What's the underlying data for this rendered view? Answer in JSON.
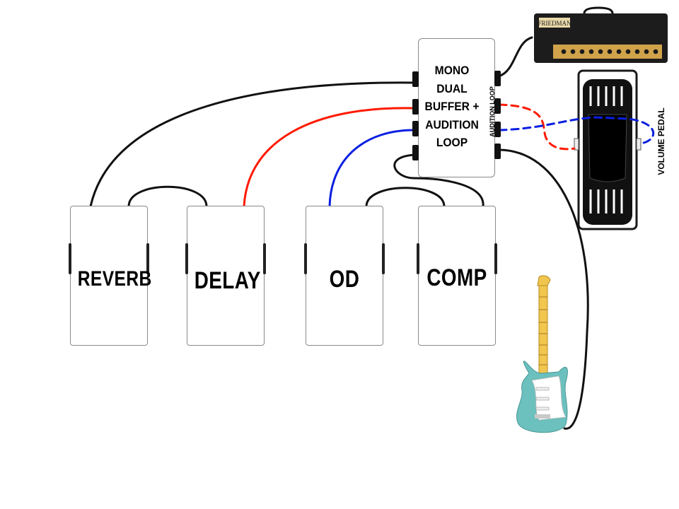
{
  "pedals": {
    "reverb": "REVERB",
    "delay": "DELAY",
    "od": "OD",
    "comp": "COMP"
  },
  "buffer": {
    "lines": [
      "MONO",
      "DUAL",
      "BUFFER +",
      "AUDITION",
      "LOOP"
    ],
    "side_label": "AUDITION LOOP"
  },
  "volume_pedal": {
    "label": "VOLUME PEDAL"
  },
  "amp": {
    "brand": "FRIEDMAN"
  },
  "colors": {
    "cable_black": "#111111",
    "cable_red": "#ff1a00",
    "cable_blue": "#0a1fe0",
    "guitar_body": "#6cc0be",
    "neck_maple": "#f1c64f"
  }
}
